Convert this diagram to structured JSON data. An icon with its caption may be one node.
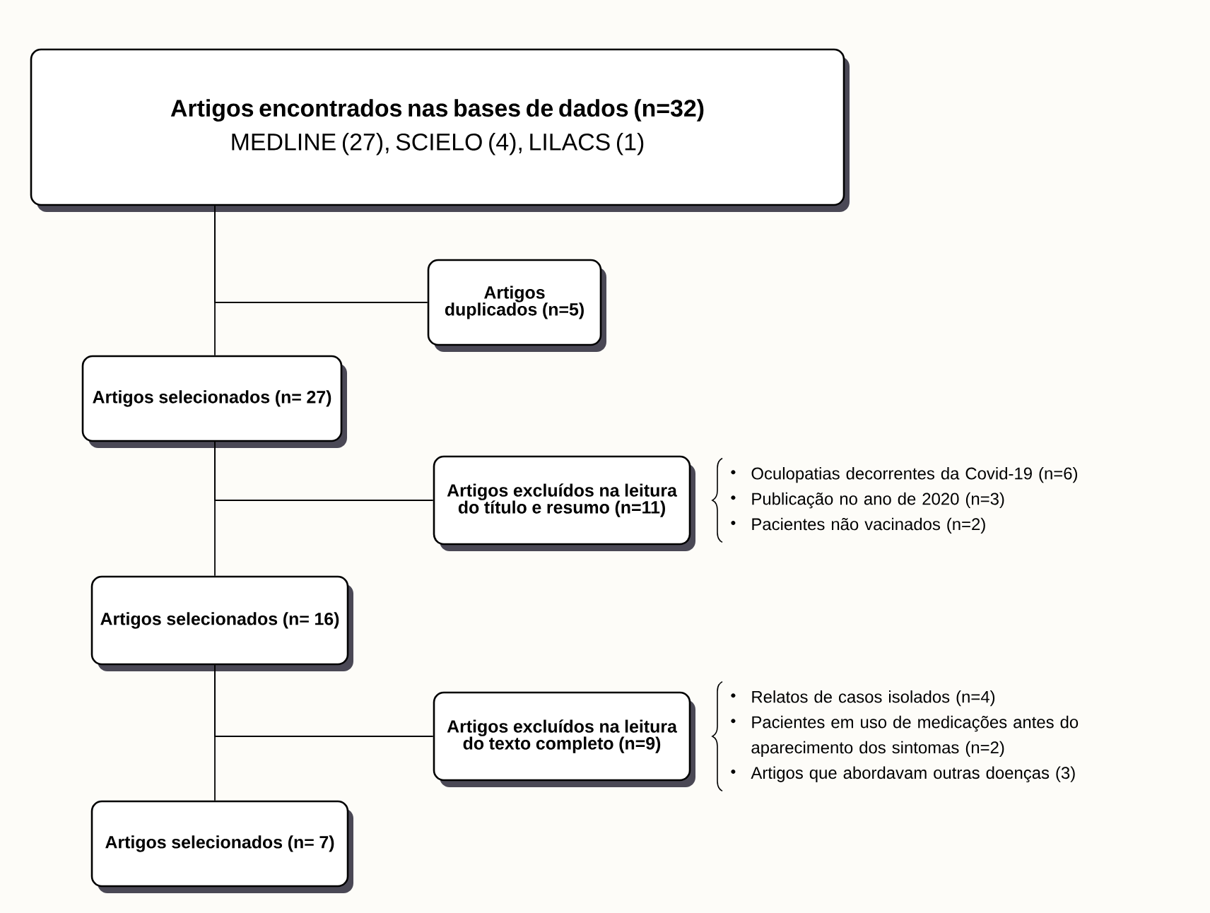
{
  "diagram": {
    "nodes": [
      {
        "text": [
          "Artigos encontrados nas bases de dados (n=32)",
          "MEDLINE (27), SCIELO (4), LILACS (1)"
        ]
      },
      {
        "text": [
          "Artigos duplicados (n=5)"
        ]
      },
      {
        "text": [
          "Artigos selecionados (n= 27)"
        ]
      },
      {
        "text": [
          "Artigos excluídos na leitura do título e resumo (n=11)"
        ],
        "beside": [
          "Oculopatias decorrentes da Covid-19 (n=6)",
          "Publicação no ano de 2020 (n=3)",
          "Pacientes não vacinados (n=2)"
        ]
      },
      {
        "text": [
          "Artigos selecionados (n= 16)"
        ]
      },
      {
        "text": [
          "Artigos excluídos na leitura do texto completo (n=9)"
        ],
        "beside": [
          "Relatos de casos isolados (n=4)",
          "Pacientes em uso de medicações antes do aparecimento dos sintomas (n=2)",
          "Artigos que abordavam outras doenças (3)"
        ]
      },
      {
        "text": [
          "Artigos selecionados (n= 7)"
        ]
      }
    ],
    "edges": [
      {
        "from": 0,
        "to": 1,
        "arrow": "none"
      },
      {
        "from": 0,
        "to": 2,
        "arrow": "none"
      },
      {
        "from": 2,
        "to": 3,
        "arrow": "none"
      },
      {
        "from": 2,
        "to": 4,
        "arrow": "none"
      },
      {
        "from": 4,
        "to": 5,
        "arrow": "none"
      },
      {
        "from": 4,
        "to": 6,
        "arrow": "none"
      }
    ]
  }
}
